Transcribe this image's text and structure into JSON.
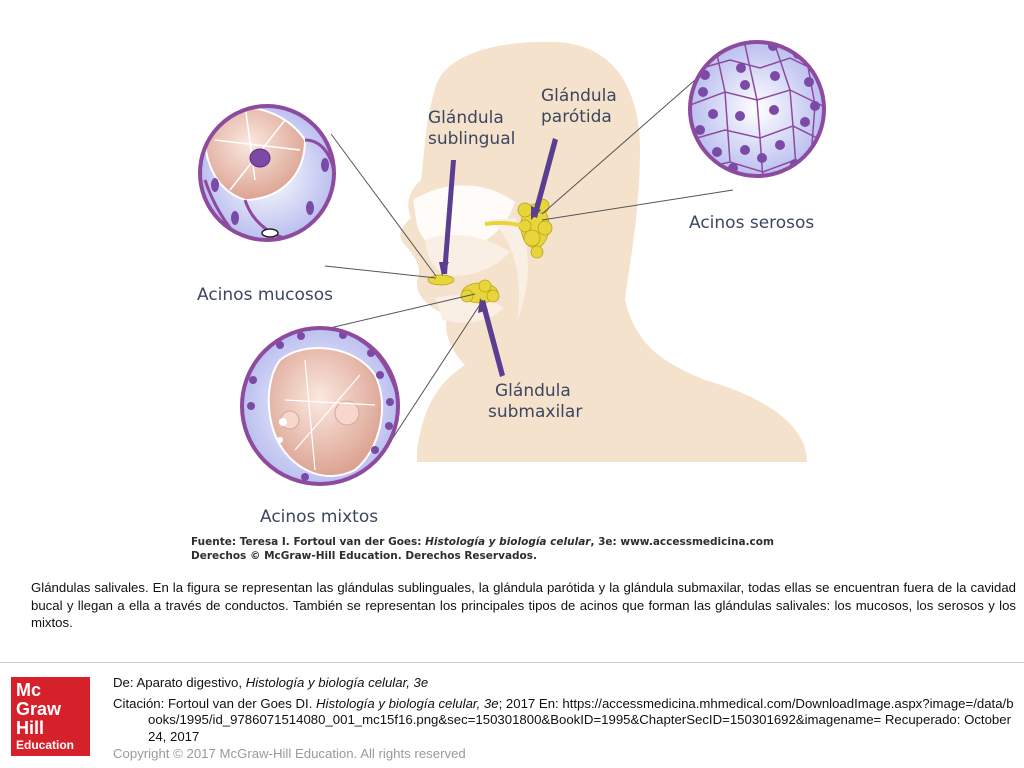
{
  "figure": {
    "labels": {
      "sublingual_1": "Glándula",
      "sublingual_2": "sublingual",
      "parotida_1": "Glándula",
      "parotida_2": "parótida",
      "submaxilar_1": "Glándula",
      "submaxilar_2": "submaxilar",
      "serosos": "Acinos serosos",
      "mucosos": "Acinos mucosos",
      "mixtos": "Acinos mixtos"
    },
    "source_line": {
      "prefix": "Fuente: Teresa I. Fortoul van der Goes: ",
      "title": "Histología y biología celular",
      "suffix": ", 3e: www.accessmedicina.com"
    },
    "rights_line": "Derechos © McGraw-Hill Education. Derechos Reservados.",
    "colors": {
      "skin": "#f4e2cc",
      "gland": "#e8d53a",
      "arrow": "#5a3e91",
      "circle_border": "#8e4a9e",
      "cell_blue": "#c7cbef",
      "cell_pink": "#eec3b2"
    }
  },
  "caption": "Glándulas salivales. En la figura se representan las glándulas sublinguales, la glándula parótida y la glándula submaxilar, todas ellas se encuentran fuera de la cavidad bucal y llegan a ella a través de conductos. También se representan los principales tipos de acinos que forman las glándulas salivales: los mucosos, los serosos y los mixtos.",
  "logo": {
    "line1": "Mc",
    "line2": "Graw",
    "line3": "Hill",
    "line4": "Education",
    "color": "#d6202a"
  },
  "footer": {
    "from_prefix": "De: Aparato digestivo, ",
    "from_title": "Histología y biología celular, 3e",
    "citation_prefix": "Citación: Fortoul van der Goes DI. ",
    "citation_title": "Histología y biología celular, 3e",
    "citation_suffix": "; 2017 En: https://accessmedicina.mhmedical.com/DownloadImage.aspx?image=/data/books/1995/id_9786071514080_001_mc15f16.png&sec=150301800&BookID=1995&ChapterSecID=150301692&imagename= Recuperado: October 24, 2017",
    "copyright": "Copyright © 2017 McGraw-Hill Education. All rights reserved"
  }
}
